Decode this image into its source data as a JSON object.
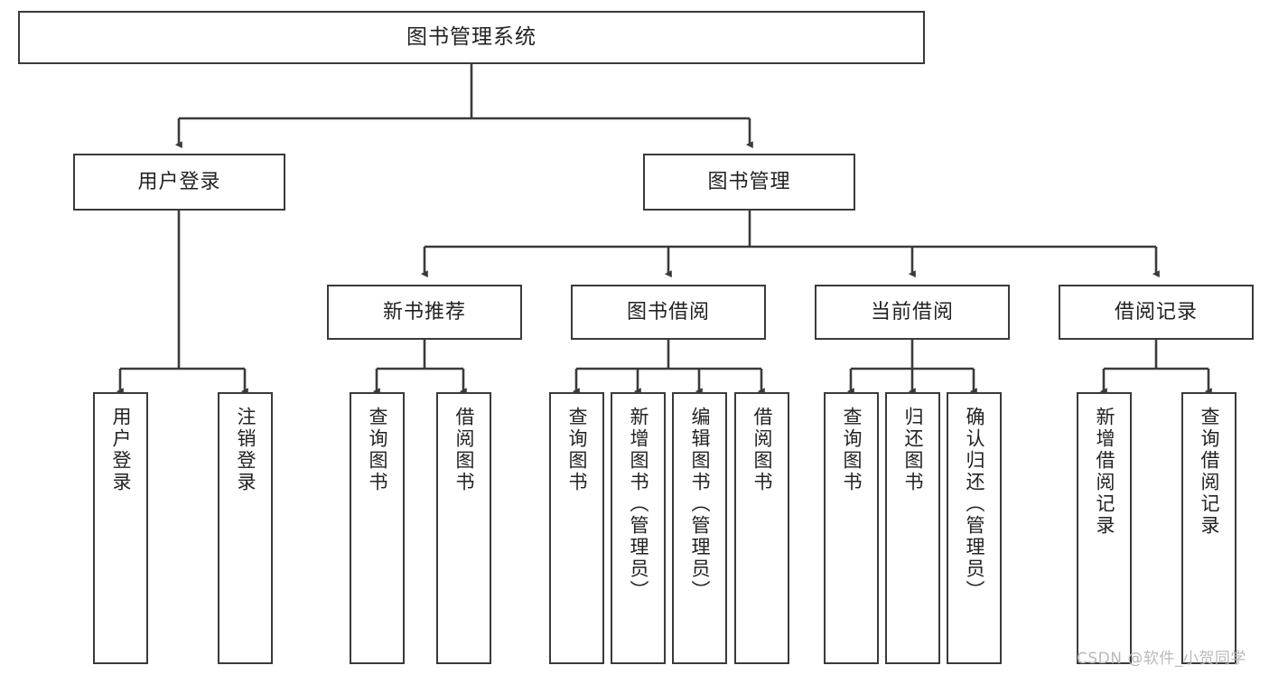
{
  "diagram": {
    "title": "图书管理系统",
    "type": "hierarchy-tree",
    "watermark": "CSDN @软件_小贺同学",
    "nodes": {
      "root": {
        "label": "图书管理系统"
      },
      "level2": [
        {
          "id": "user-login",
          "label": "用户登录"
        },
        {
          "id": "book-manage",
          "label": "图书管理"
        }
      ],
      "level3": [
        {
          "id": "new-book-recommend",
          "label": "新书推荐"
        },
        {
          "id": "book-borrow",
          "label": "图书借阅"
        },
        {
          "id": "current-borrow",
          "label": "当前借阅"
        },
        {
          "id": "borrow-record",
          "label": "借阅记录"
        }
      ],
      "leaves": {
        "user_login": [
          {
            "id": "leaf-user-login",
            "label": "用户登录"
          },
          {
            "id": "leaf-logout-login",
            "label": "注销登录"
          }
        ],
        "new_book_recommend": [
          {
            "id": "leaf-query-book-1",
            "label": "查询图书"
          },
          {
            "id": "leaf-borrow-book-1",
            "label": "借阅图书"
          }
        ],
        "book_borrow": [
          {
            "id": "leaf-query-book-2",
            "label": "查询图书"
          },
          {
            "id": "leaf-add-book",
            "label": "新增图书（管理员）"
          },
          {
            "id": "leaf-edit-book",
            "label": "编辑图书（管理员）"
          },
          {
            "id": "leaf-borrow-book-2",
            "label": "借阅图书"
          }
        ],
        "current_borrow": [
          {
            "id": "leaf-query-book-3",
            "label": "查询图书"
          },
          {
            "id": "leaf-return-book",
            "label": "归还图书"
          },
          {
            "id": "leaf-confirm-return",
            "label": "确认归还（管理员）"
          }
        ],
        "borrow_record": [
          {
            "id": "leaf-add-record",
            "label": "新增借阅记录"
          },
          {
            "id": "leaf-query-record",
            "label": "查询借阅记录"
          }
        ]
      }
    },
    "colors": {
      "border": "#3a3a3a",
      "text": "#222222",
      "background": "#ffffff",
      "watermark": "#b9b9b9"
    }
  }
}
